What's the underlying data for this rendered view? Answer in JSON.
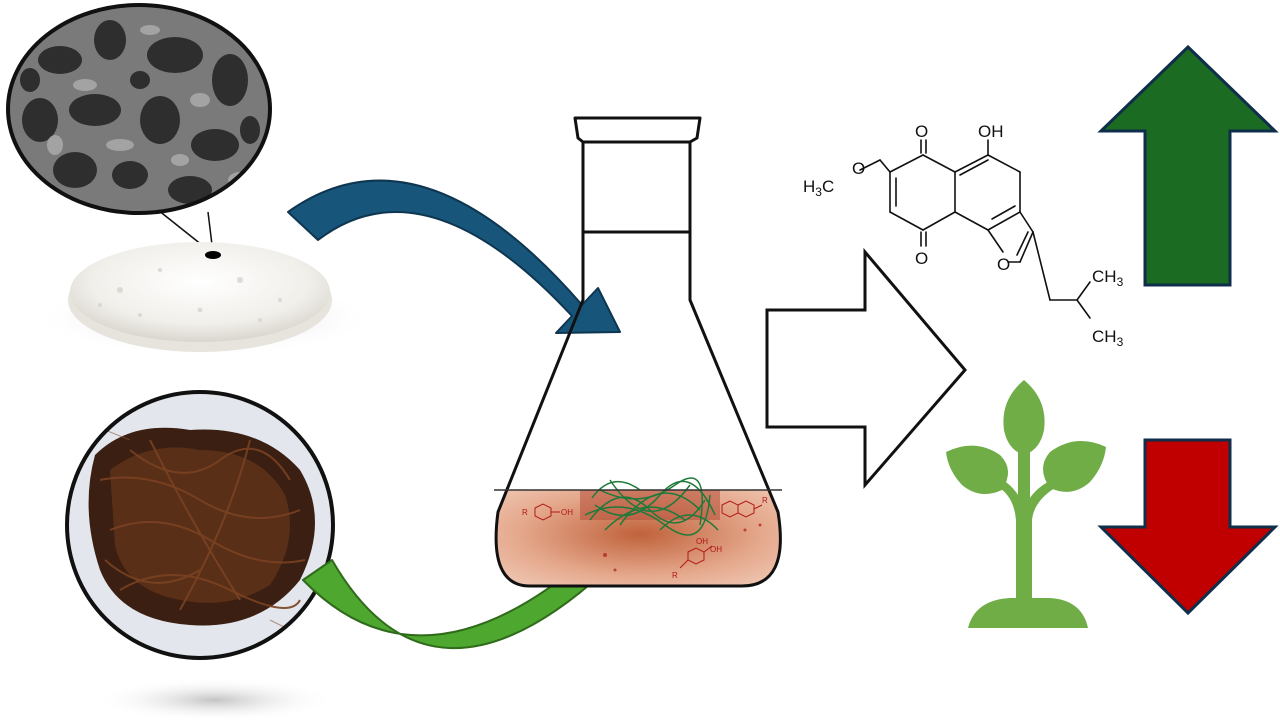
{
  "molecule": {
    "atom_O_top": "O",
    "atom_OH": "OH",
    "atom_O_bottom": "O",
    "atom_O_ring": "O",
    "methoxy_prefix": "H",
    "methoxy_sub": "3",
    "methoxy_suffix": "C",
    "methoxy_O": "O",
    "ch3_upper": "CH",
    "ch3_upper_sub": "3",
    "ch3_lower": "CH",
    "ch3_lower_sub": "3"
  },
  "flask_labels": {
    "oh_1": "OH",
    "oh_2": "OH",
    "oh_3": "OH",
    "r_1": "R",
    "r_2": "R",
    "r_3": "R"
  },
  "colors": {
    "blue_arrow": "#17567a",
    "green_arrow": "#4ea72e",
    "up_arrow": "#1b6b22",
    "down_arrow": "#c00000",
    "plant": "#70ad47",
    "medium": "#e9b7a0",
    "hyphae": "#1f7a3a"
  },
  "icons": [
    "scaffold-sem-image",
    "scaffold-disc",
    "fungal-biomass-photo",
    "erlenmeyer-flask",
    "plant-icon",
    "up-arrow-icon",
    "down-arrow-icon"
  ]
}
